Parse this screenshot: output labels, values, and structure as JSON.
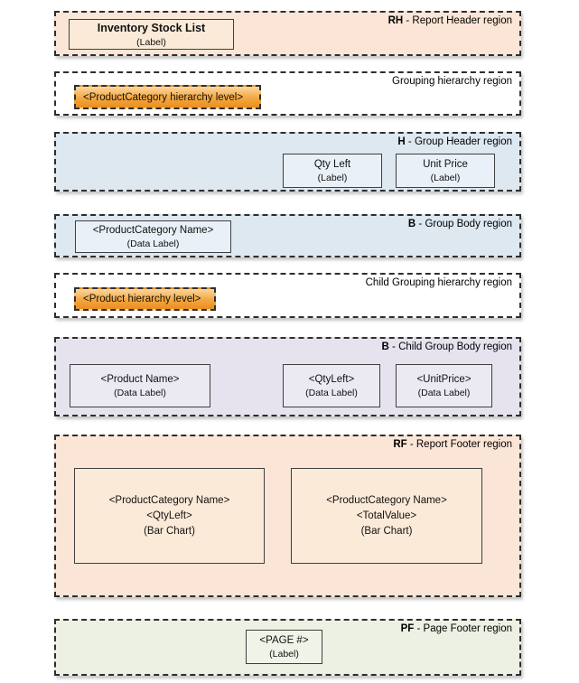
{
  "colors": {
    "page_background": "#ffffff",
    "report_header_bg": "#fbe5d6",
    "group_header_bg": "#dde8f1",
    "child_group_body_bg": "#e6e3ee",
    "page_footer_bg": "#edf1e3",
    "hierarchy_box_orange_top": "#fbd7a0",
    "hierarchy_box_orange_bottom": "#ea8e1e",
    "region_border": "#2e2e2e",
    "control_border": "#3f3f3f"
  },
  "regions": {
    "report_header": {
      "label_prefix": "RH",
      "label_suffix": " - Report Header region",
      "title_box": {
        "line1": "Inventory Stock List",
        "line2": "(Label)"
      }
    },
    "grouping_hierarchy": {
      "label_prefix": "",
      "label_suffix": "Grouping hierarchy region",
      "hierarchy_box": "<ProductCategory hierarchy level>"
    },
    "group_header": {
      "label_prefix": "H",
      "label_suffix": " - Group Header region",
      "qty_left_box": {
        "line1": "Qty Left",
        "line2": "(Label)"
      },
      "unit_price_box": {
        "line1": "Unit Price",
        "line2": "(Label)"
      }
    },
    "group_body": {
      "label_prefix": "B",
      "label_suffix": " - Group Body region",
      "category_name_box": {
        "line1": "<ProductCategory Name>",
        "line2": "(Data Label)"
      }
    },
    "child_grouping_hierarchy": {
      "label_prefix": "",
      "label_suffix": "Child Grouping hierarchy region",
      "hierarchy_box": "<Product hierarchy level>"
    },
    "child_group_body": {
      "label_prefix": "B",
      "label_suffix": " - Child Group Body region",
      "product_name_box": {
        "line1": "<Product Name>",
        "line2": "(Data Label)"
      },
      "qty_left_box": {
        "line1": "<QtyLeft>",
        "line2": "(Data Label)"
      },
      "unit_price_box": {
        "line1": "<UnitPrice>",
        "line2": "(Data Label)"
      }
    },
    "report_footer": {
      "label_prefix": "RF",
      "label_suffix": " - Report Footer region",
      "qty_chart_box": {
        "line1": "<ProductCategory Name>",
        "line2": "<QtyLeft>",
        "line3": "(Bar Chart)"
      },
      "value_chart_box": {
        "line1": "<ProductCategory Name>",
        "line2": "<TotalValue>",
        "line3": "(Bar Chart)"
      }
    },
    "page_footer": {
      "label_prefix": "PF",
      "label_suffix": " - Page Footer region",
      "page_number_box": {
        "line1": "<PAGE #>",
        "line2": "(Label)"
      }
    }
  }
}
